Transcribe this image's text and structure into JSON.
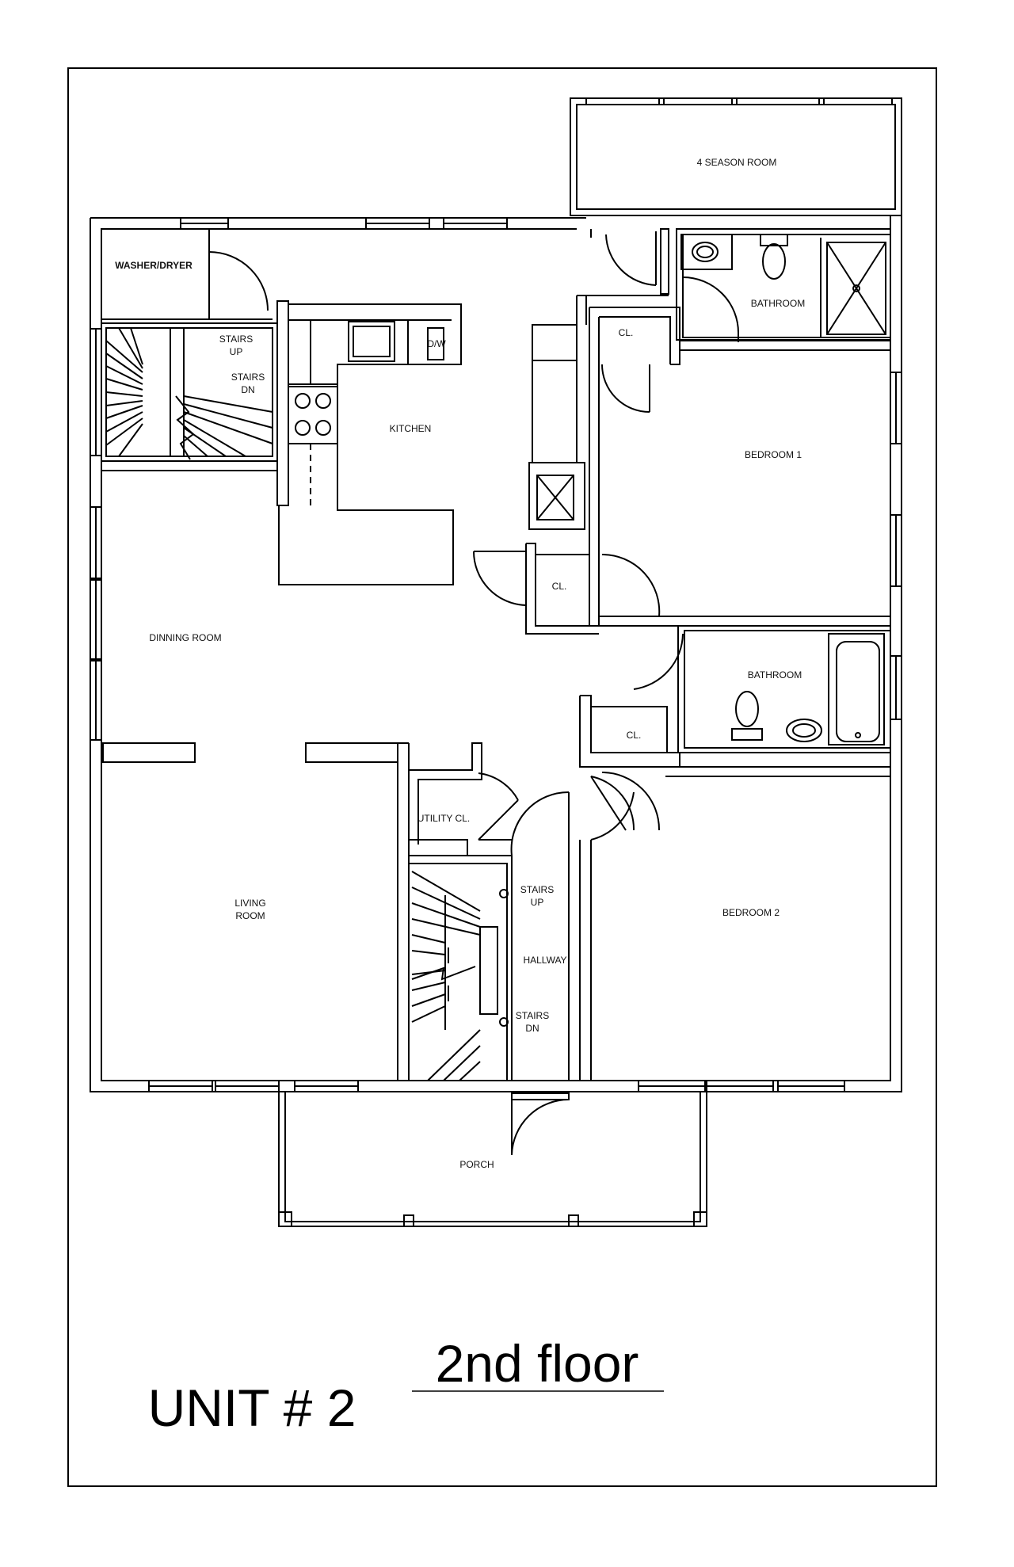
{
  "labels": {
    "four_season": "4 SEASON ROOM",
    "washer_dryer": "WASHER/DRYER",
    "bathroom_top": "BATHROOM",
    "stairs_up_left_1": "STAIRS",
    "stairs_up_left_2": "UP",
    "stairs_dn_left_1": "STAIRS",
    "stairs_dn_left_2": "DN",
    "dw": "D/W",
    "closet_top": "CL.",
    "kitchen": "KITCHEN",
    "bedroom1": "BEDROOM 1",
    "closet_mid": "CL.",
    "dining": "DINNING ROOM",
    "bathroom_mid": "BATHROOM",
    "closet_right": "CL.",
    "utility": "UTILITY CL.",
    "stairs_up_hall_1": "STAIRS",
    "stairs_up_hall_2": "UP",
    "living_1": "LIVING",
    "living_2": "ROOM",
    "hallway": "HALLWAY",
    "bedroom2": "BEDROOM 2",
    "stairs_dn_hall_1": "STAIRS",
    "stairs_dn_hall_2": "DN",
    "porch": "PORCH"
  },
  "title": {
    "floor": "2nd floor",
    "unit": "UNIT # 2"
  }
}
